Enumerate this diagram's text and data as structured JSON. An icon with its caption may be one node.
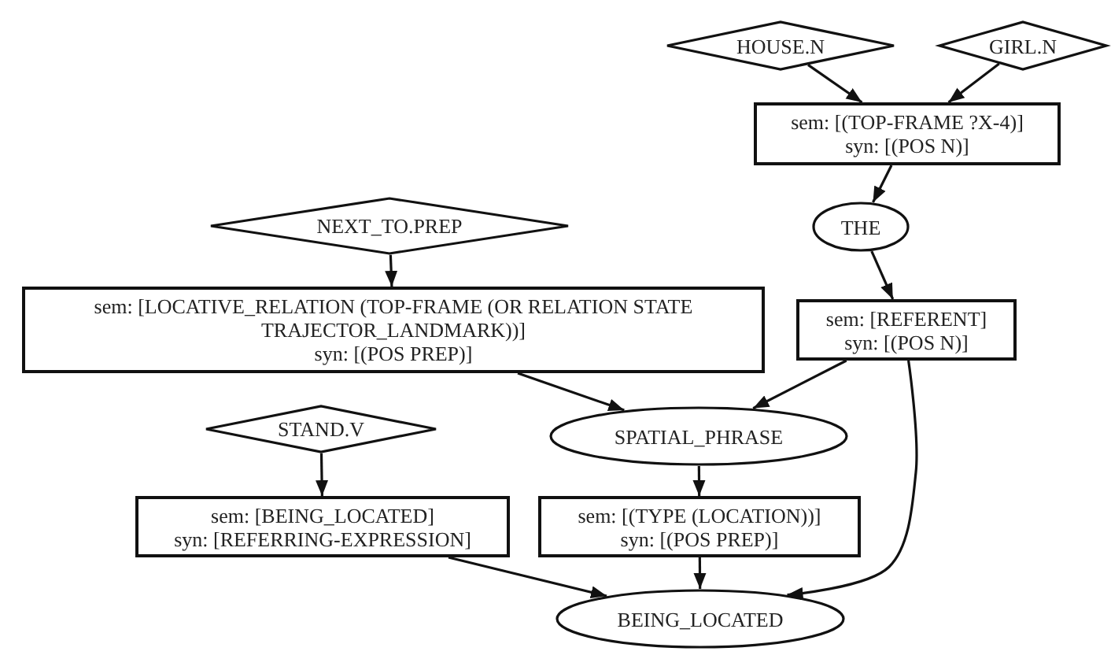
{
  "diagram": {
    "nodes": [
      {
        "text": [
          "HOUSE.N"
        ]
      },
      {
        "text": [
          "GIRL.N"
        ]
      },
      {
        "text": [
          "sem: [(TOP-FRAME ?X-4)]",
          "syn: [(POS N)]"
        ]
      },
      {
        "text": [
          "THE"
        ]
      },
      {
        "text": [
          "NEXT_TO.PREP"
        ]
      },
      {
        "text": [
          "sem: [LOCATIVE_RELATION (TOP-FRAME (OR RELATION STATE TRAJECTOR_LANDMARK))]",
          "syn: [(POS PREP)]"
        ]
      },
      {
        "text": [
          "sem: [REFERENT]",
          "syn: [(POS N)]"
        ]
      },
      {
        "text": [
          "STAND.V"
        ]
      },
      {
        "text": [
          "SPATIAL_PHRASE"
        ]
      },
      {
        "text": [
          "sem: [BEING_LOCATED]",
          "syn: [REFERRING-EXPRESSION]"
        ]
      },
      {
        "text": [
          "sem: [(TYPE (LOCATION))]",
          "syn: [(POS PREP)]"
        ]
      },
      {
        "text": [
          "BEING_LOCATED"
        ]
      }
    ],
    "edges": [
      {
        "from": 0,
        "to": 2,
        "arrow": "to"
      },
      {
        "from": 1,
        "to": 2,
        "arrow": "to"
      },
      {
        "from": 2,
        "to": 3,
        "arrow": "to"
      },
      {
        "from": 3,
        "to": 6,
        "arrow": "to"
      },
      {
        "from": 4,
        "to": 5,
        "arrow": "to"
      },
      {
        "from": 5,
        "to": 8,
        "arrow": "to"
      },
      {
        "from": 6,
        "to": 8,
        "arrow": "to"
      },
      {
        "from": 6,
        "to": 11,
        "arrow": "to"
      },
      {
        "from": 7,
        "to": 9,
        "arrow": "to"
      },
      {
        "from": 8,
        "to": 10,
        "arrow": "to"
      },
      {
        "from": 9,
        "to": 11,
        "arrow": "to"
      },
      {
        "from": 10,
        "to": 11,
        "arrow": "to"
      }
    ]
  }
}
